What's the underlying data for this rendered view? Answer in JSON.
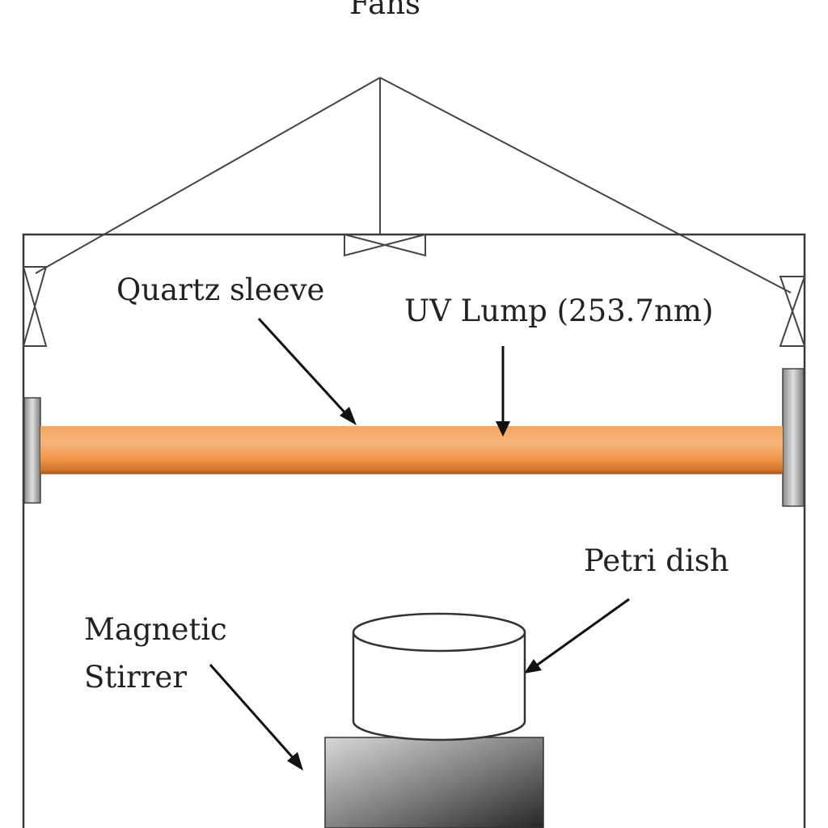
{
  "labels": {
    "fans": "Fans",
    "quartz_sleeve": "Quartz sleeve",
    "uv_lamp": "UV Lump (253.7nm)",
    "petri_dish": "Petri dish",
    "magnetic_line1": "Magnetic",
    "magnetic_line2": "Stirrer"
  },
  "colors": {
    "lamp_orange": "#f29a4e",
    "lamp_orange_dark": "#d9782e",
    "lamp_highlight": "#f7b77a",
    "outline": "#3a3a3a"
  }
}
